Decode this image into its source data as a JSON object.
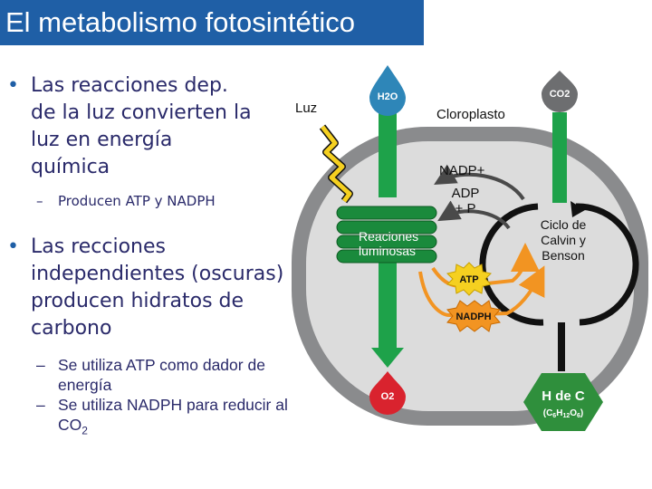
{
  "title": "El metabolismo fotosintético",
  "bullets": {
    "b1_line1": "Las reacciones dep.",
    "b1_line2": "de la luz convierten la",
    "b1_line3": "luz en energía",
    "b1_line4": "química",
    "b1_sub": "Producen ATP y NADPH",
    "b2_line1": "Las recciones",
    "b2_line2": "independientes (oscuras)",
    "b2_line3": "producen hidratos de",
    "b2_line4": "carbono",
    "b2_sub1_line1": "Se utiliza ATP como dador de",
    "b2_sub1_line2": "energía",
    "b2_sub2_line1": "Se utiliza NADPH para reducir al",
    "b2_sub2_co": "CO",
    "b2_sub2_sub": "2"
  },
  "diagram": {
    "luz": "Luz",
    "cloroplasto": "Cloroplasto",
    "nadp": "NADP+",
    "adp_line1": "ADP",
    "adp_line2": "+ P",
    "reacciones_line1": "Reaciones",
    "reacciones_line2": "luminosas",
    "calvin_line1": "Ciclo de",
    "calvin_line2": "Calvin y",
    "calvin_line3": "Benson",
    "atp": "ATP",
    "nadph": "NADPH",
    "h2o": "H2O",
    "o2": "O2",
    "co2": "CO2",
    "hdec": "H de C",
    "glucose_c": "(C",
    "glucose_6a": "6",
    "glucose_h": "H",
    "glucose_12": "12",
    "glucose_o": "O",
    "glucose_6b": "6",
    "glucose_close": ")"
  },
  "colors": {
    "title_bg": "#1f5fa6",
    "water_blue": "#2e86b8",
    "co2_gray": "#6d6e70",
    "green": "#1ea24a",
    "yellow": "#f5d020",
    "orange": "#f29422",
    "red": "#d9232e",
    "hexagon_green": "#2f8f3c"
  }
}
